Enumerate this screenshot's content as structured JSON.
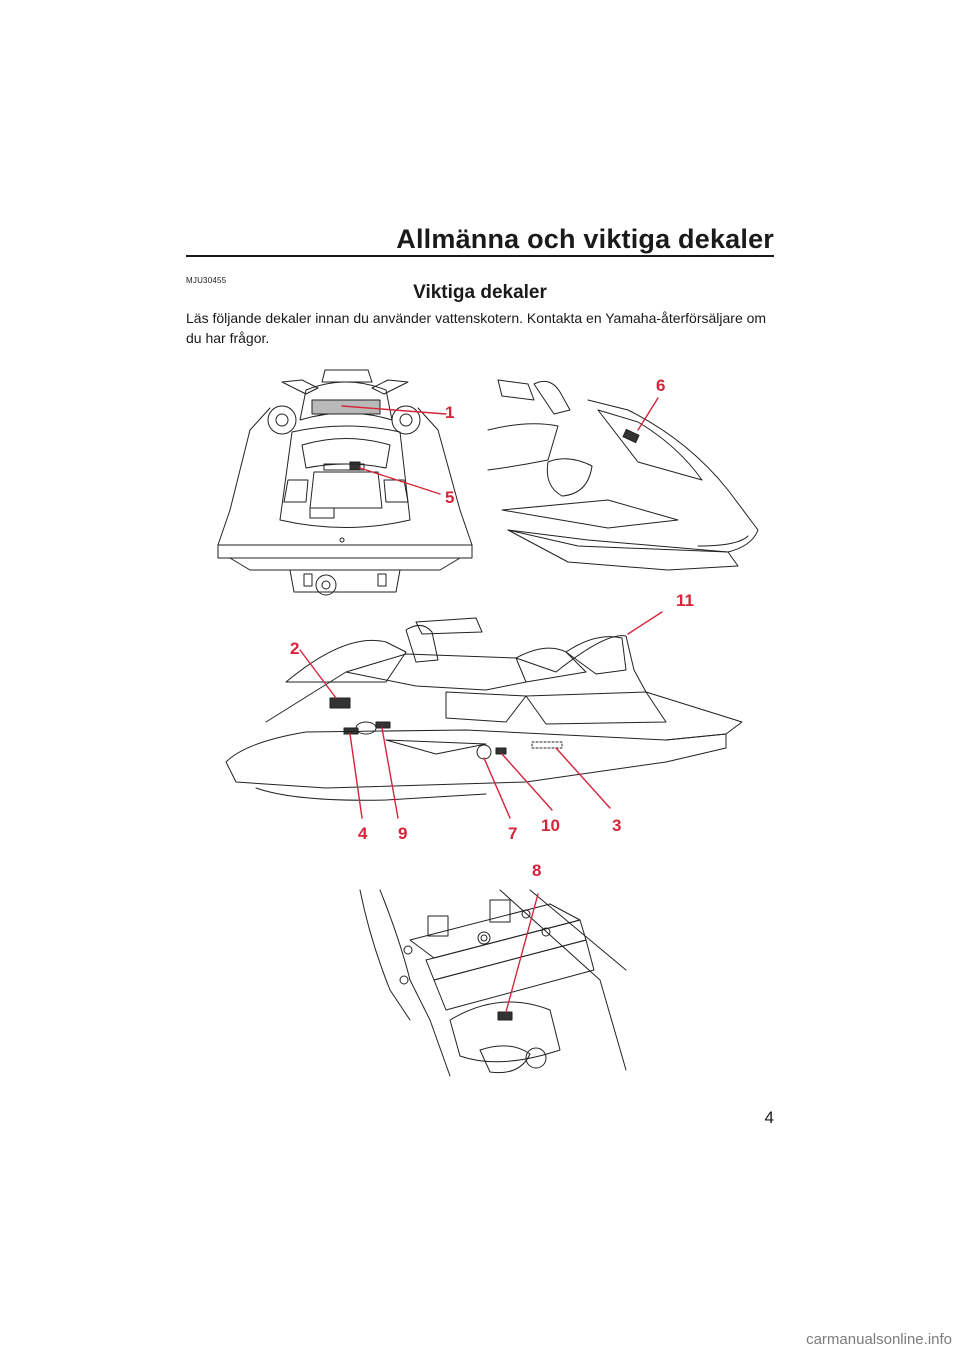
{
  "header": {
    "title": "Allmänna och viktiga dekaler"
  },
  "page_number": "4",
  "section": {
    "ref_code": "MJU30455",
    "title": "Viktiga dekaler",
    "intro": "Läs följande dekaler innan du använder vattenskotern. Kontakta en Yamaha-återförsäljare om du har frågor."
  },
  "callouts": {
    "c1": "1",
    "c2": "2",
    "c3": "3",
    "c4": "4",
    "c5": "5",
    "c6": "6",
    "c7": "7",
    "c8": "8",
    "c9": "9",
    "c10": "10",
    "c11": "11"
  },
  "watermark": "carmanualsonline.info",
  "colors": {
    "callout": "#d6243a",
    "text": "#1a1a1a"
  }
}
